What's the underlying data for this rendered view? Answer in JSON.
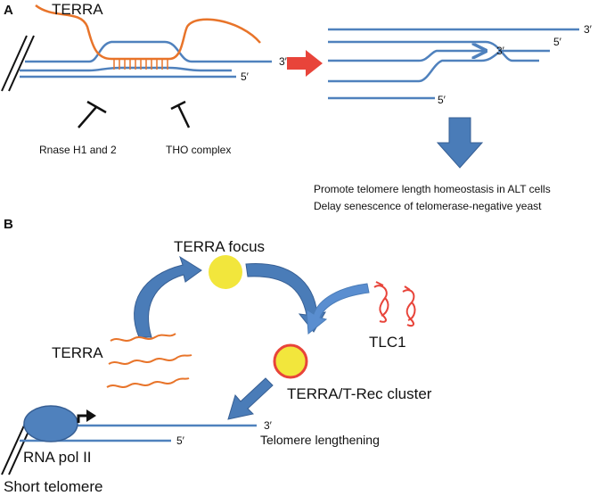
{
  "panel_a": {
    "letter": "A",
    "terra_label": "TERRA",
    "left_top_end": "3′",
    "left_bottom_end": "5′",
    "inhibitor_1": "Rnase H1 and 2",
    "inhibitor_2": "THO complex",
    "right_top_end": "3′",
    "right_mid_end": "5′",
    "right_branch_end": "3′",
    "right_bottom_end": "5′",
    "outcome_1": "Promote telomere length homeostasis in ALT cells",
    "outcome_2": "Delay senescence of telomerase-negative yeast"
  },
  "panel_b": {
    "letter": "B",
    "terra_focus": "TERRA focus",
    "terra_label": "TERRA",
    "tlc1": "TLC1",
    "cluster": "TERRA/T-Rec cluster",
    "lengthening": "Telomere lengthening",
    "top_end": "3′",
    "bottom_end": "5′",
    "pol": "RNA pol II",
    "short_telomere": "Short telomere"
  },
  "colors": {
    "dna_blue": "#4f81bd",
    "rna_orange": "#e8742a",
    "arrow_red": "#e8443a",
    "yellow": "#f2e63c",
    "tlc1_red": "#e8443a",
    "big_arrow_blue": "#4a7cb8",
    "pol_blue": "#4f81bd"
  }
}
